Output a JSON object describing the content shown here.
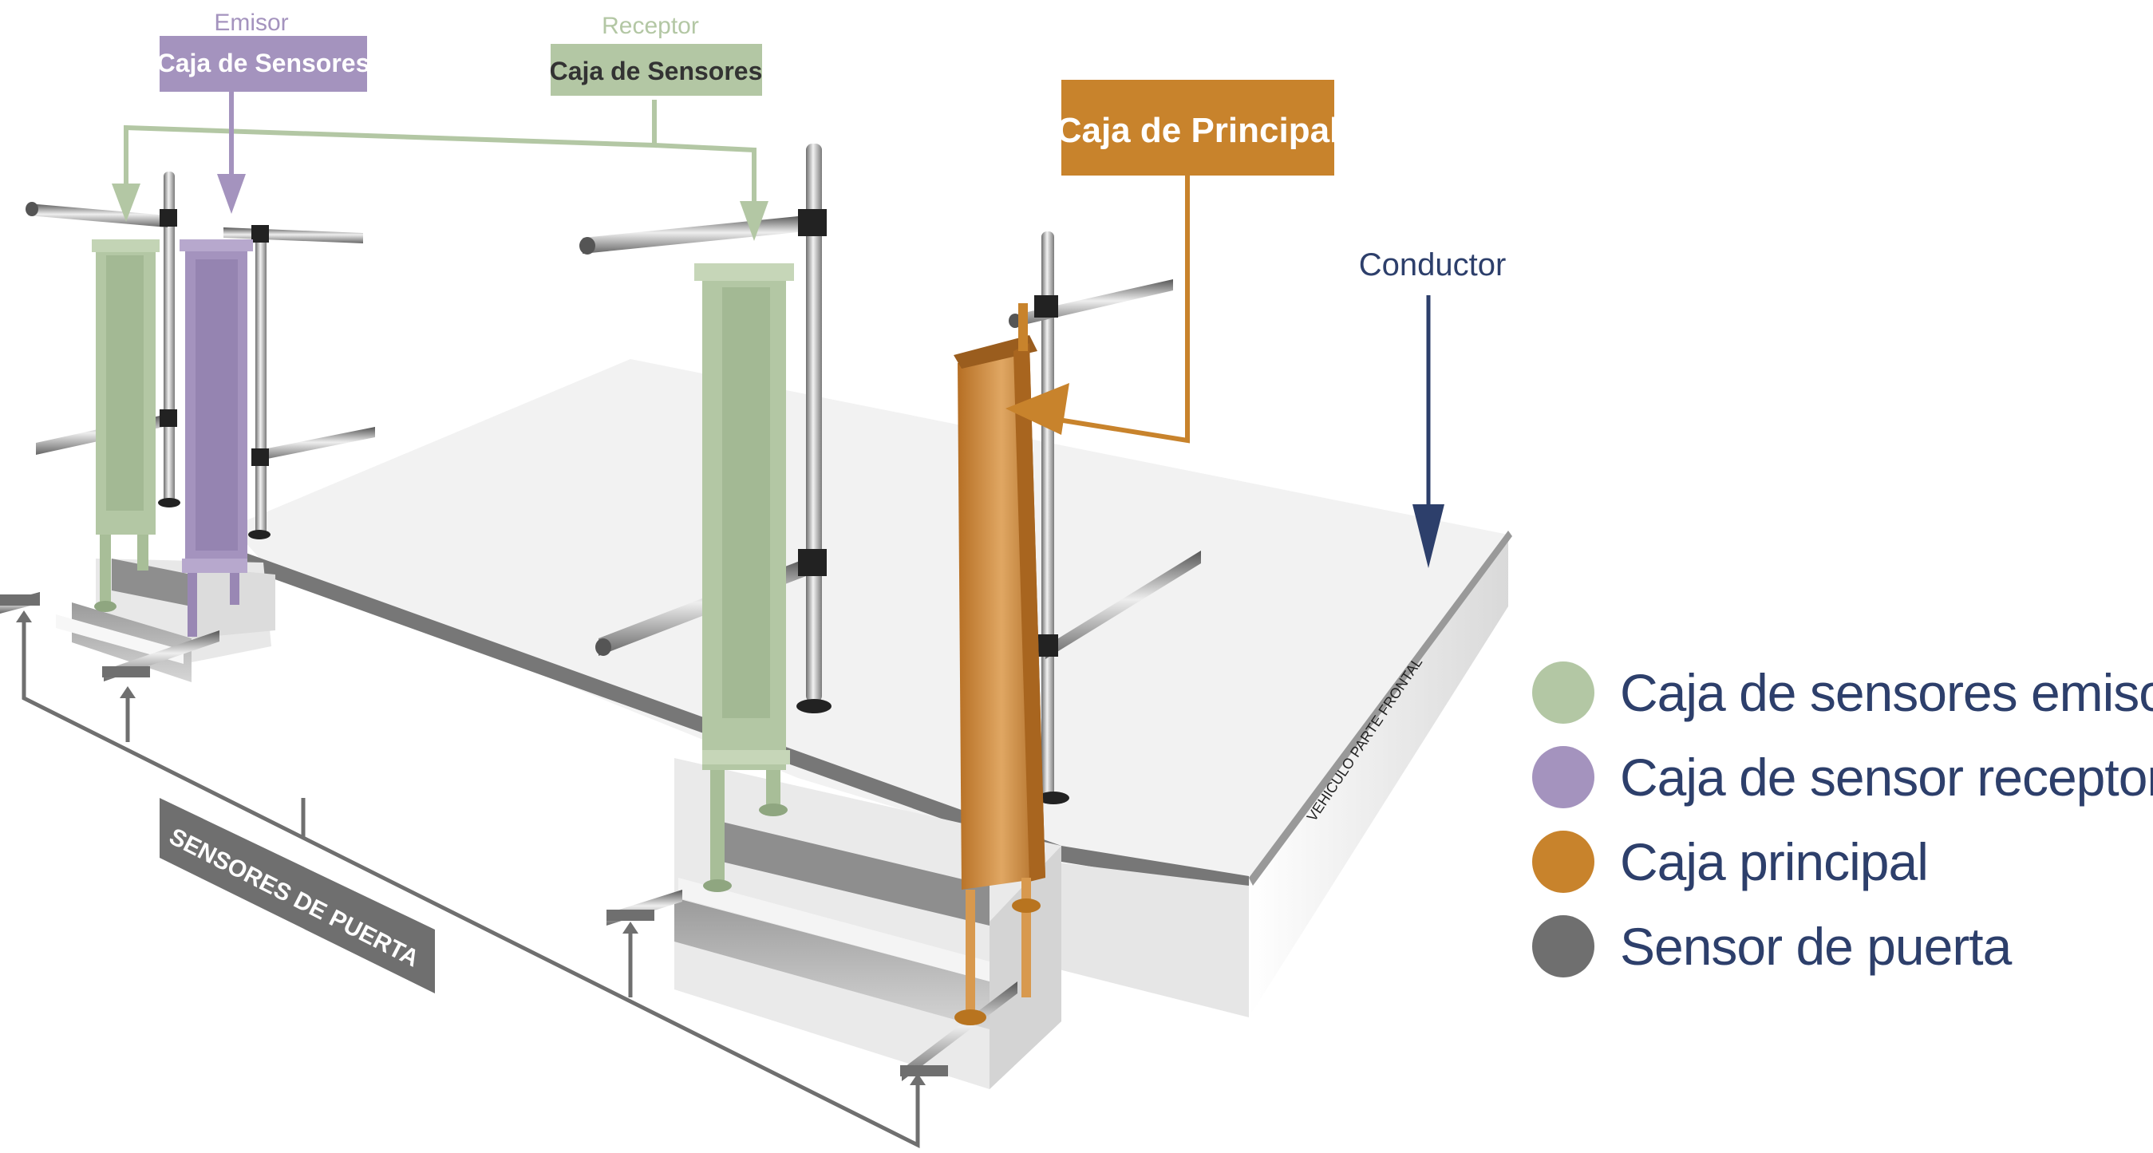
{
  "labels": {
    "emisor_title": "Emisor",
    "emisor_box": "Caja de Sensores",
    "receptor_title": "Receptor",
    "receptor_box": "Caja de Sensores",
    "principal_box": "Caja de Principal",
    "conductor": "Conductor",
    "sensores_puerta": "SENSORES  DE PUERTA",
    "vehiculo_frontal": "VEHICULO PARTE FRONTAL"
  },
  "legend": [
    {
      "label": "Caja de sensores emisor",
      "color": "#b3c7a4"
    },
    {
      "label": "Caja de sensor receptor",
      "color": "#a493be"
    },
    {
      "label": "Caja principal",
      "color": "#c8832c"
    },
    {
      "label": "Sensor de puerta",
      "color": "#6f6f6f"
    }
  ],
  "colors": {
    "green": "#b3c7a4",
    "purple": "#a493be",
    "orange": "#c8832c",
    "gray": "#6f6f6f",
    "navy": "#2d3f6b"
  }
}
